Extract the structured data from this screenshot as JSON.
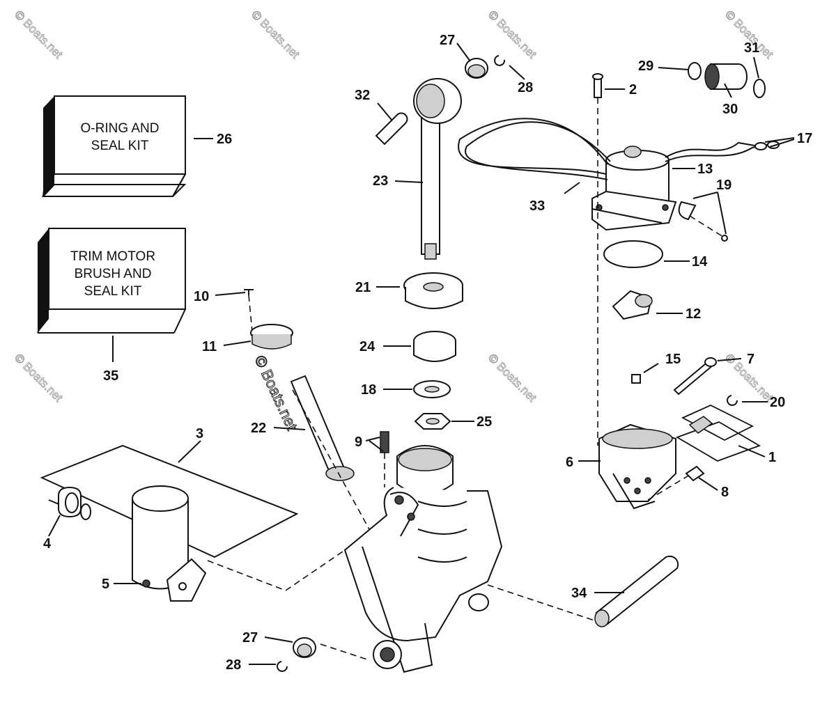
{
  "watermark": "© Boats.net",
  "kits": [
    {
      "id": "26",
      "lines": [
        "O-RING AND",
        "SEAL KIT"
      ]
    },
    {
      "id": "35",
      "lines": [
        "TRIM MOTOR",
        "BRUSH AND",
        "SEAL KIT"
      ]
    }
  ],
  "callouts": [
    "1",
    "2",
    "3",
    "4",
    "5",
    "6",
    "7",
    "8",
    "9",
    "10",
    "11",
    "12",
    "13",
    "14",
    "15",
    "17",
    "18",
    "19",
    "20",
    "21",
    "22",
    "23",
    "24",
    "25",
    "26",
    "27",
    "27",
    "28",
    "28",
    "29",
    "30",
    "31",
    "32",
    "33",
    "34",
    "35"
  ]
}
